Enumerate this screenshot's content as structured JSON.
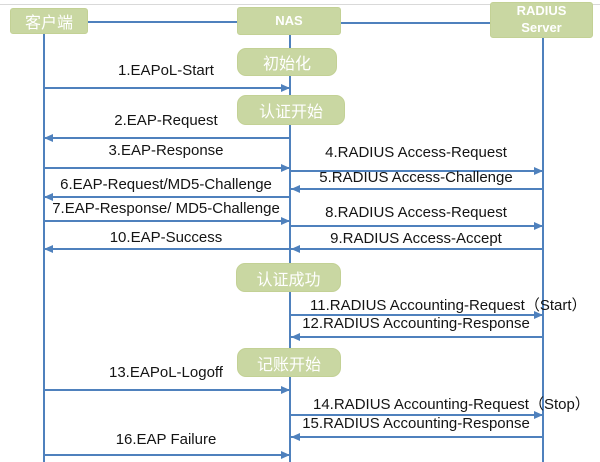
{
  "colors": {
    "box_fill": "#c9d7a2",
    "box_text": "#ffffff",
    "line_blue": "#4f81bd",
    "message_text": "#141414"
  },
  "actors": [
    {
      "id": "client",
      "label": "客户端"
    },
    {
      "id": "nas",
      "label": "NAS"
    },
    {
      "id": "radius-server",
      "label_line1": "RADIUS",
      "label_line2": "Server"
    }
  ],
  "phases": [
    {
      "id": "init",
      "label": "初始化"
    },
    {
      "id": "auth-start",
      "label": "认证开始"
    },
    {
      "id": "auth-success",
      "label": "认证成功"
    },
    {
      "id": "accounting-start",
      "label": "记账开始"
    }
  ],
  "messages": [
    {
      "seq": 1,
      "label": "1.EAPoL-Start",
      "from": "客户端",
      "to": "NAS",
      "direction": "right"
    },
    {
      "seq": 2,
      "label": "2.EAP-Request",
      "from": "NAS",
      "to": "客户端",
      "direction": "left"
    },
    {
      "seq": 3,
      "label": "3.EAP-Response",
      "from": "客户端",
      "to": "NAS",
      "direction": "right"
    },
    {
      "seq": 4,
      "label": "4.RADIUS Access-Request",
      "from": "NAS",
      "to": "RADIUS Server",
      "direction": "right"
    },
    {
      "seq": 5,
      "label": "5.RADIUS Access-Challenge",
      "from": "RADIUS Server",
      "to": "NAS",
      "direction": "left"
    },
    {
      "seq": 6,
      "label": "6.EAP-Request/MD5-Challenge",
      "from": "NAS",
      "to": "客户端",
      "direction": "left"
    },
    {
      "seq": 7,
      "label": "7.EAP-Response/ MD5-Challenge",
      "from": "客户端",
      "to": "NAS",
      "direction": "right"
    },
    {
      "seq": 8,
      "label": "8.RADIUS Access-Request",
      "from": "NAS",
      "to": "RADIUS Server",
      "direction": "right"
    },
    {
      "seq": 9,
      "label": "9.RADIUS Access-Accept",
      "from": "RADIUS Server",
      "to": "NAS",
      "direction": "left"
    },
    {
      "seq": 10,
      "label": "10.EAP-Success",
      "from": "NAS",
      "to": "客户端",
      "direction": "left"
    },
    {
      "seq": 11,
      "label": "11.RADIUS Accounting-Request（Start）",
      "from": "NAS",
      "to": "RADIUS Server",
      "direction": "right"
    },
    {
      "seq": 12,
      "label": "12.RADIUS Accounting-Response",
      "from": "RADIUS Server",
      "to": "NAS",
      "direction": "left"
    },
    {
      "seq": 13,
      "label": "13.EAPoL-Logoff",
      "from": "客户端",
      "to": "NAS",
      "direction": "right"
    },
    {
      "seq": 14,
      "label": "14.RADIUS Accounting-Request（Stop）",
      "from": "NAS",
      "to": "RADIUS Server",
      "direction": "right"
    },
    {
      "seq": 15,
      "label": "15.RADIUS Accounting-Response",
      "from": "RADIUS Server",
      "to": "NAS",
      "direction": "left"
    },
    {
      "seq": 16,
      "label": "16.EAP Failure",
      "from": "客户端",
      "to": "NAS",
      "direction": "right"
    }
  ]
}
